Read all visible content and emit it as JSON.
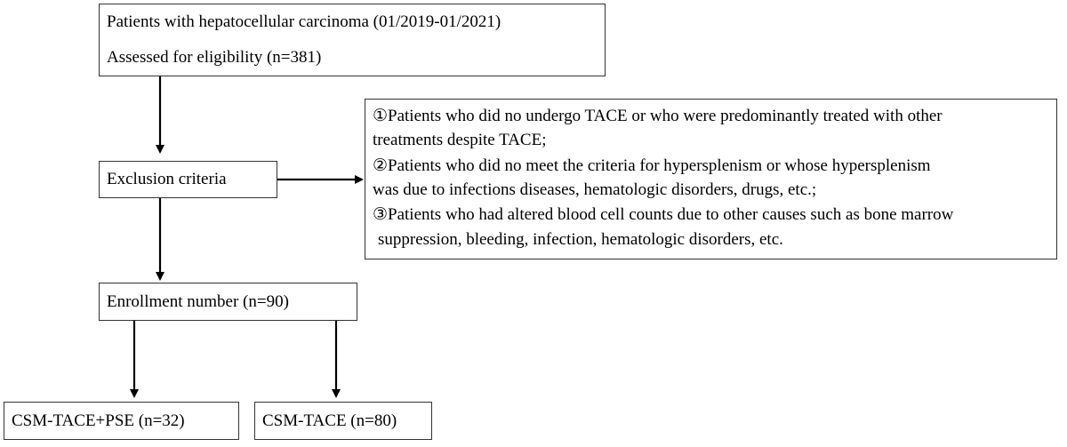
{
  "diagram": {
    "start": {
      "line1": "Patients with hepatocellular carcinoma (01/2019-01/2021)",
      "line2": "Assessed for eligibility (n=381)"
    },
    "exclusion": {
      "label": "Exclusion criteria"
    },
    "criteria": {
      "c1_line1": "①Patients who did no undergo TACE or who were predominantly treated with other",
      "c1_line2": "treatments despite TACE;",
      "c2_line1": "②Patients who did no meet the criteria for hypersplenism or whose hypersplenism",
      "c2_line2": "was due to infections diseases, hematologic disorders, drugs, etc.;",
      "c3_line1": "③Patients who had altered blood cell counts due to other causes such as bone marrow",
      "c3_line2": "suppression, bleeding, infection, hematologic disorders, etc."
    },
    "enrollment": {
      "label": "Enrollment number (n=90)"
    },
    "group_a": {
      "label": "CSM-TACE+PSE (n=32)"
    },
    "group_b": {
      "label": "CSM-TACE (n=80)"
    }
  }
}
